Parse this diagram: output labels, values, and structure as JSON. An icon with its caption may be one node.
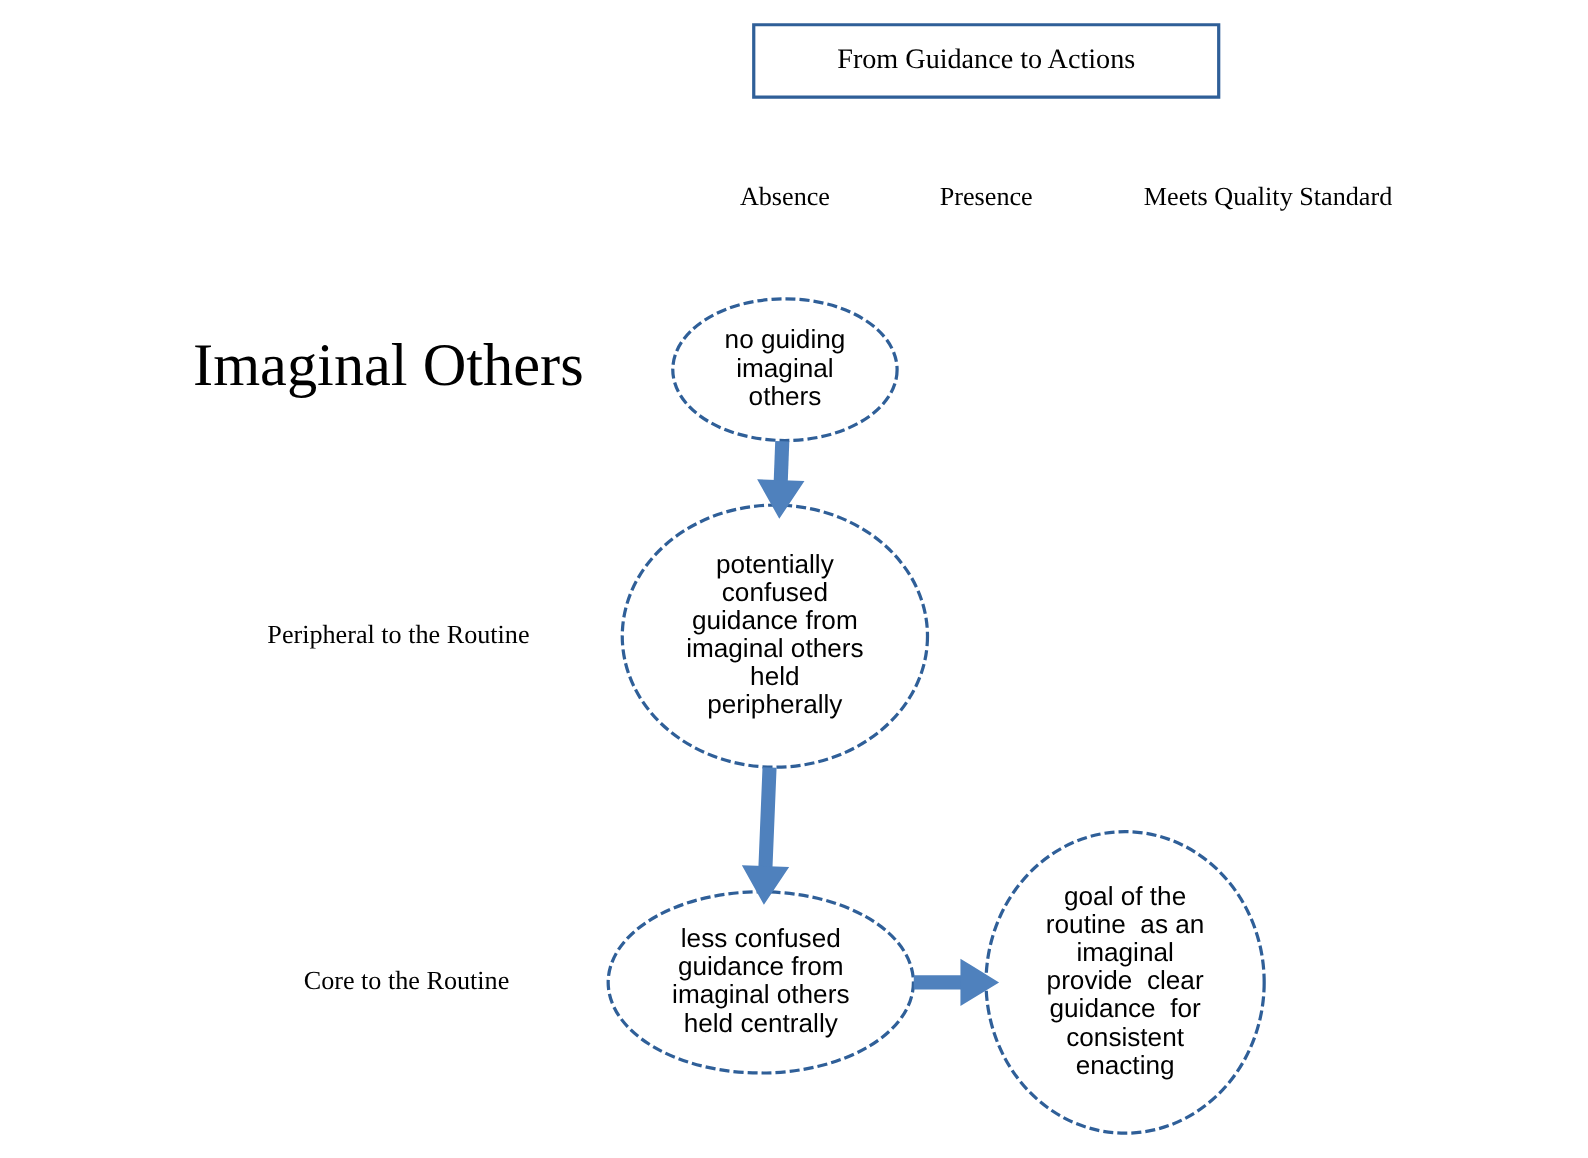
{
  "diagram": {
    "nodes": [
      {
        "text": [
          "From Guidance to Actions"
        ]
      },
      {
        "text": [
          "no guiding imaginal others"
        ]
      },
      {
        "text": [
          "potentially confused guidance from imaginal others held peripherally"
        ]
      },
      {
        "text": [
          "less confused guidance from imaginal others held centrally"
        ]
      },
      {
        "text": [
          "goal of the routine  as an imaginal provide  clear guidance  for consistent enacting"
        ]
      }
    ],
    "edges": [
      {
        "from": 1,
        "to": 2,
        "arrow": "to"
      },
      {
        "from": 2,
        "to": 3,
        "arrow": "to"
      },
      {
        "from": 3,
        "to": 4,
        "arrow": "to"
      }
    ],
    "labels": [
      "Imaginal Others",
      "Absence",
      "Presence",
      "Meets Quality Standard",
      "Peripheral to the Routine",
      "Core to the Routine"
    ]
  }
}
